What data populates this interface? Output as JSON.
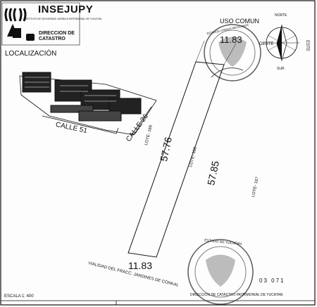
{
  "header": {
    "org": "INSEJUPY",
    "org_subtitle": "INSTITUTO DE SEGURIDAD JURÍDICA PATRIMONIAL DE YUCATÁN",
    "department": "DIRECCION DE\nCATASTRO"
  },
  "section_title": "LOCALIZACIÓN",
  "compass": {
    "north": "NORTE",
    "south": "SUR",
    "east": "ESTE",
    "west": "OESTE"
  },
  "plan": {
    "use_label": "USO COMUN",
    "streets": [
      "CALLE 51",
      "CALLE 26"
    ],
    "lots": {
      "lot_169": "LOTE- 169",
      "lot_168": "LOTE- 168",
      "lot_167": "LOTE- 167"
    },
    "dimensions": {
      "top": "11.83",
      "left": "57.76",
      "right": "57.85",
      "bottom": "11.83"
    },
    "road": "VIALIDAD DEL FRACC. JARDINES DE CONKAL"
  },
  "seals": {
    "top": "ESTADOS UNIDOS MEXICANOS",
    "bottom_line1": "ESTADO DE YUCATAN",
    "bottom_line2": "DIRECCION DE CATASTRO PATRIMONIAL DE YUCATAN"
  },
  "footer": {
    "scale": "ESCALA 1: 400",
    "folio": "03 071"
  },
  "colors": {
    "ink": "#111111",
    "stamp": "#333333",
    "paper": "#fdfdfd"
  }
}
